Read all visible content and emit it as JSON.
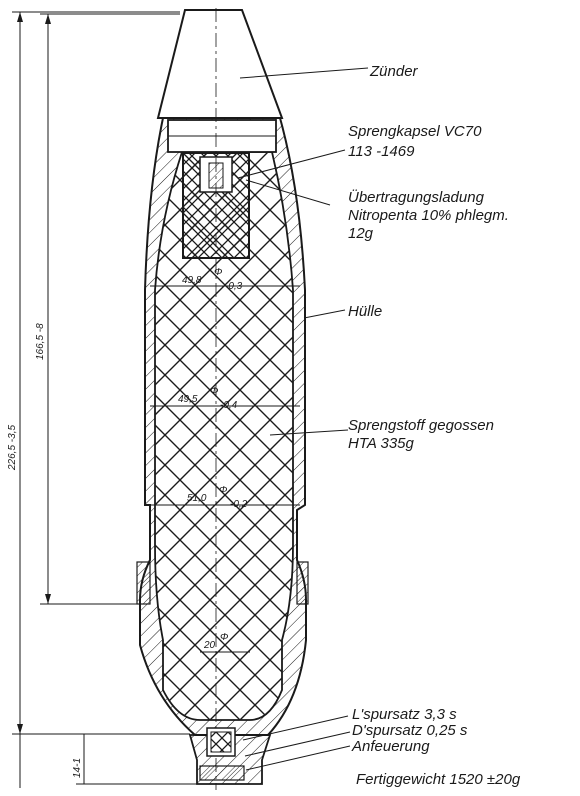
{
  "labels": {
    "zuender": "Zünder",
    "sprengkapsel_1": "Sprengkapsel VC70",
    "sprengkapsel_2": "113 -1469",
    "uebertragung_1": "Übertragungsladung",
    "uebertragung_2": "Nitropenta 10% phlegm.",
    "uebertragung_3": "12g",
    "huelle": "Hülle",
    "sprengstoff_1": "Sprengstoff gegossen",
    "sprengstoff_2": "HTA 335g",
    "lspursatz": "L'spursatz 3,3 s",
    "dspursatz": "D'spursatz 0,25 s",
    "anfeuerung": "Anfeuerung",
    "fertiggewicht": "Fertiggewicht 1520 ±20g"
  },
  "dimensions": {
    "d1": "49,8",
    "d1_tol": "-0,3",
    "d2": "49,5",
    "d2_tol": "-0,4",
    "d3": "51,0",
    "d3_tol": "-0,2",
    "d4": "20",
    "overall_length": "226,5 -3,5",
    "body_length": "166,5 -8",
    "tail_length": "14-1"
  }
}
